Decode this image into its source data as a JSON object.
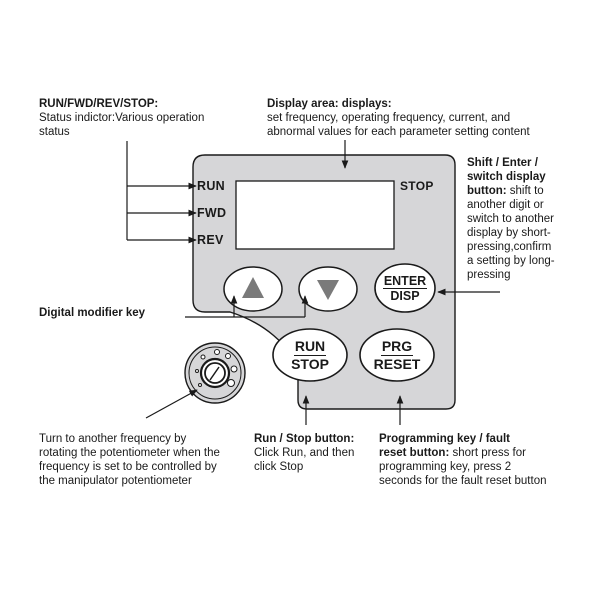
{
  "callouts": {
    "status": {
      "title": "RUN/FWD/REV/STOP:",
      "lines": [
        "Status indictor:Various operation",
        "status"
      ]
    },
    "display": {
      "title": "Display area: displays:",
      "lines": [
        "set frequency, operating frequency, current, and",
        "abnormal values for each parameter setting content"
      ]
    },
    "shift": {
      "title_lines": [
        "Shift / Enter /",
        "switch display",
        "button:"
      ],
      "lines_after_title": " shift to",
      "lines": [
        "another digit or",
        "switch to another",
        "display by short-",
        "pressing,confirm",
        "a setting by long-",
        "pressing"
      ]
    },
    "modifier": {
      "title": "Digital modifier key"
    },
    "potentiometer": {
      "lines": [
        "Turn to another frequency by",
        "rotating the potentiometer when the",
        "frequency is set to be controlled by",
        "the manipulator potentiometer"
      ]
    },
    "run_stop": {
      "title": "Run / Stop button:",
      "lines": [
        "Click Run, and then",
        "click Stop"
      ]
    },
    "prg_reset": {
      "title_lines": [
        "Programming key / fault",
        "reset button:"
      ],
      "after_title": " short press for",
      "lines": [
        "programming key, press 2",
        "seconds for the fault reset button"
      ]
    }
  },
  "panel": {
    "indicators": [
      "RUN",
      "FWD",
      "REV"
    ],
    "stop_indicator": "STOP",
    "keys": {
      "up": "up-arrow",
      "down": "down-arrow",
      "enter": {
        "top": "ENTER",
        "bottom": "DISP"
      },
      "run": {
        "top": "RUN",
        "bottom": "STOP"
      },
      "prg": {
        "top": "PRG",
        "bottom": "RESET"
      }
    }
  },
  "colors": {
    "panel_fill": "#d6d6d8",
    "line": "#1a1a1a",
    "arrow_glyph": "#7a7a7a"
  }
}
